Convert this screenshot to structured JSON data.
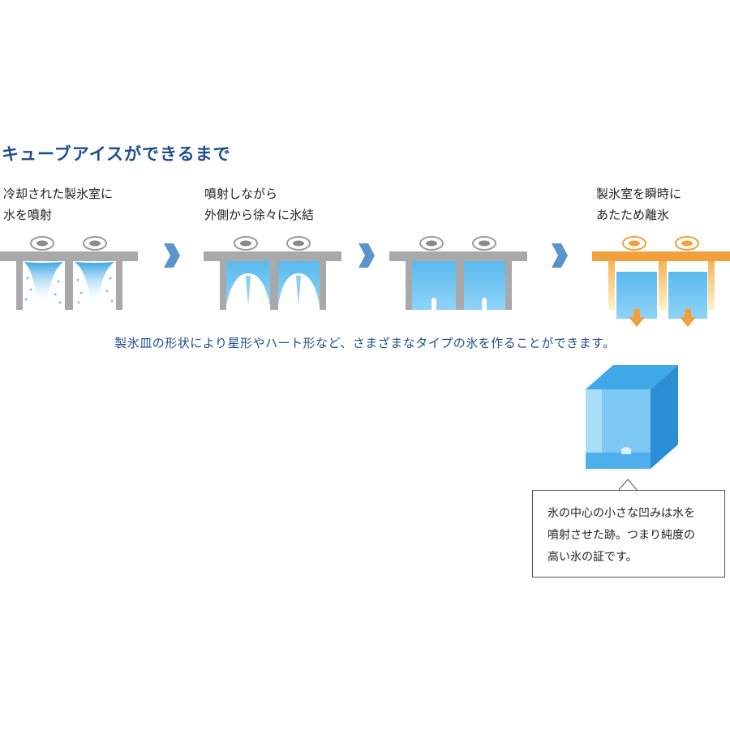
{
  "title": "キューブアイスができるまで",
  "steps": [
    {
      "line1": "冷却された製氷室に",
      "line2": "水を噴射"
    },
    {
      "line1": "噴射しながら",
      "line2": "外側から徐々に氷結"
    },
    {
      "line1": "",
      "line2": ""
    },
    {
      "line1": "製氷室を瞬時に",
      "line2": "あたため離氷"
    }
  ],
  "caption": "製氷皿の形状により星形やハート形など、さまざまなタイプの氷を作ることができます。",
  "callout": {
    "line1": "氷の中心の小さな凹みは水を",
    "line2": "噴射させた跡。つまり純度の",
    "line3": "高い氷の証です。"
  },
  "colors": {
    "title": "#1f4f8a",
    "frame_gray": "#a9a9a9",
    "frame_orange": "#f0a03c",
    "ice_blue": "#6cc4f0",
    "arrow_blue": "#5b93cc"
  }
}
